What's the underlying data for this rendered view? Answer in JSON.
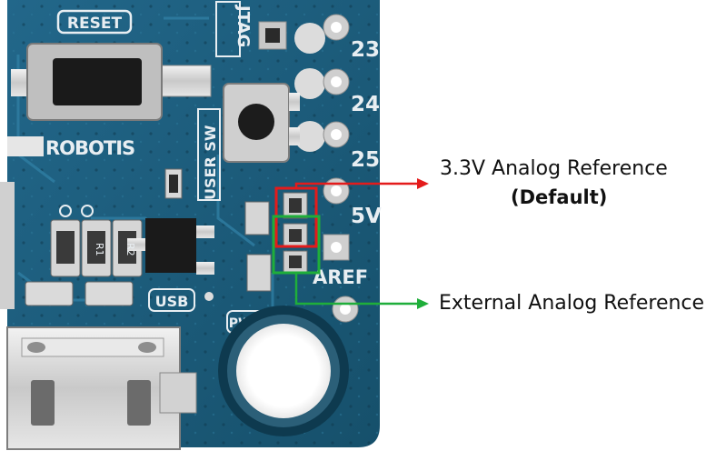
{
  "board": {
    "silkscreen": {
      "reset": "RESET",
      "jtag": "JTAG",
      "pin23": "23",
      "pin24": "24",
      "pin25": "25",
      "pin5v": "5V",
      "aref": "AREF",
      "brand": "ROBOTIS",
      "user_sw": "USER SW",
      "usb": "USB",
      "pwr": "PWR",
      "resistor_a": "R1",
      "resistor_b": "R2"
    }
  },
  "annotations": {
    "internal_ref_label": "3.3V Analog Reference",
    "internal_ref_note": "(Default)",
    "external_ref_label": "External Analog Reference"
  },
  "colors": {
    "board": "#1d5c78",
    "board_dark": "#123f55",
    "pad": "#d8d8d8",
    "silkscreen": "#e8eef2",
    "internal_ref": "#e41b1b",
    "external_ref": "#1fae3a"
  }
}
